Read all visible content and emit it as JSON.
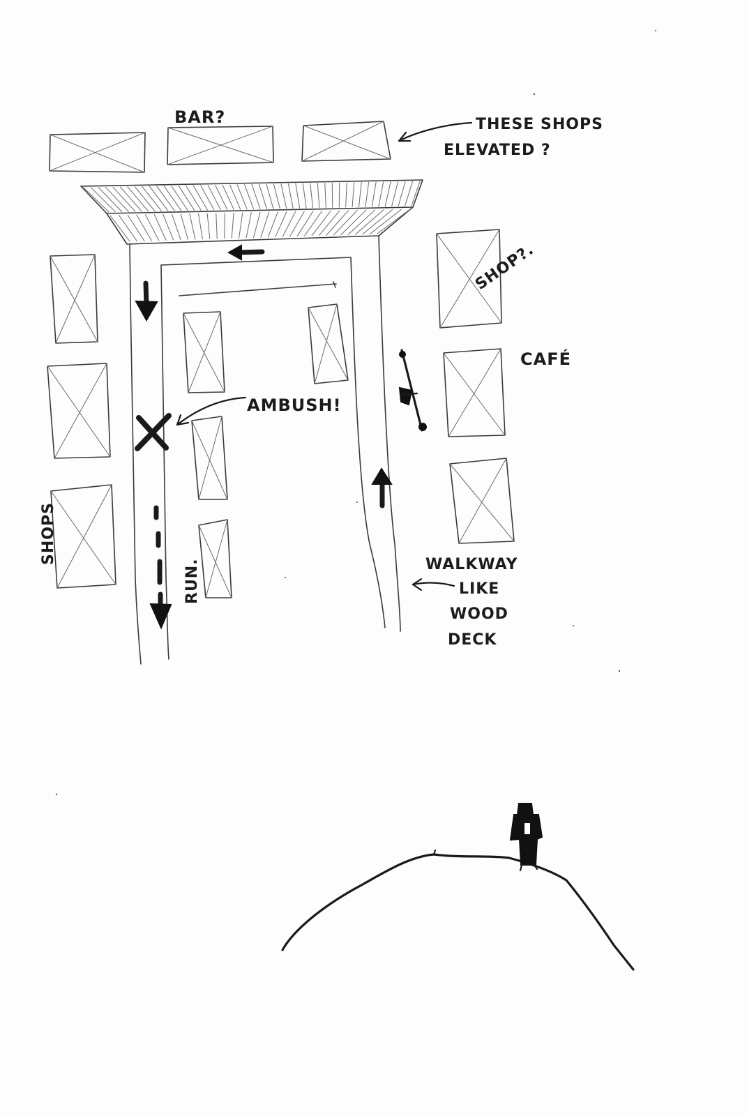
{
  "labels": {
    "bar": "BAR?",
    "elevated_line1": "THESE SHOPS",
    "elevated_line2": "ELEVATED ?",
    "shop": "SHOP?.",
    "cafe": "CAFÉ",
    "ambush": "AMBUSH!",
    "shops": "SHOPS",
    "run": "RUN.",
    "walkway_line1": "WALKWAY",
    "walkway_line2": "LIKE",
    "walkway_line3": "WOOD",
    "walkway_line4": "DECK"
  }
}
